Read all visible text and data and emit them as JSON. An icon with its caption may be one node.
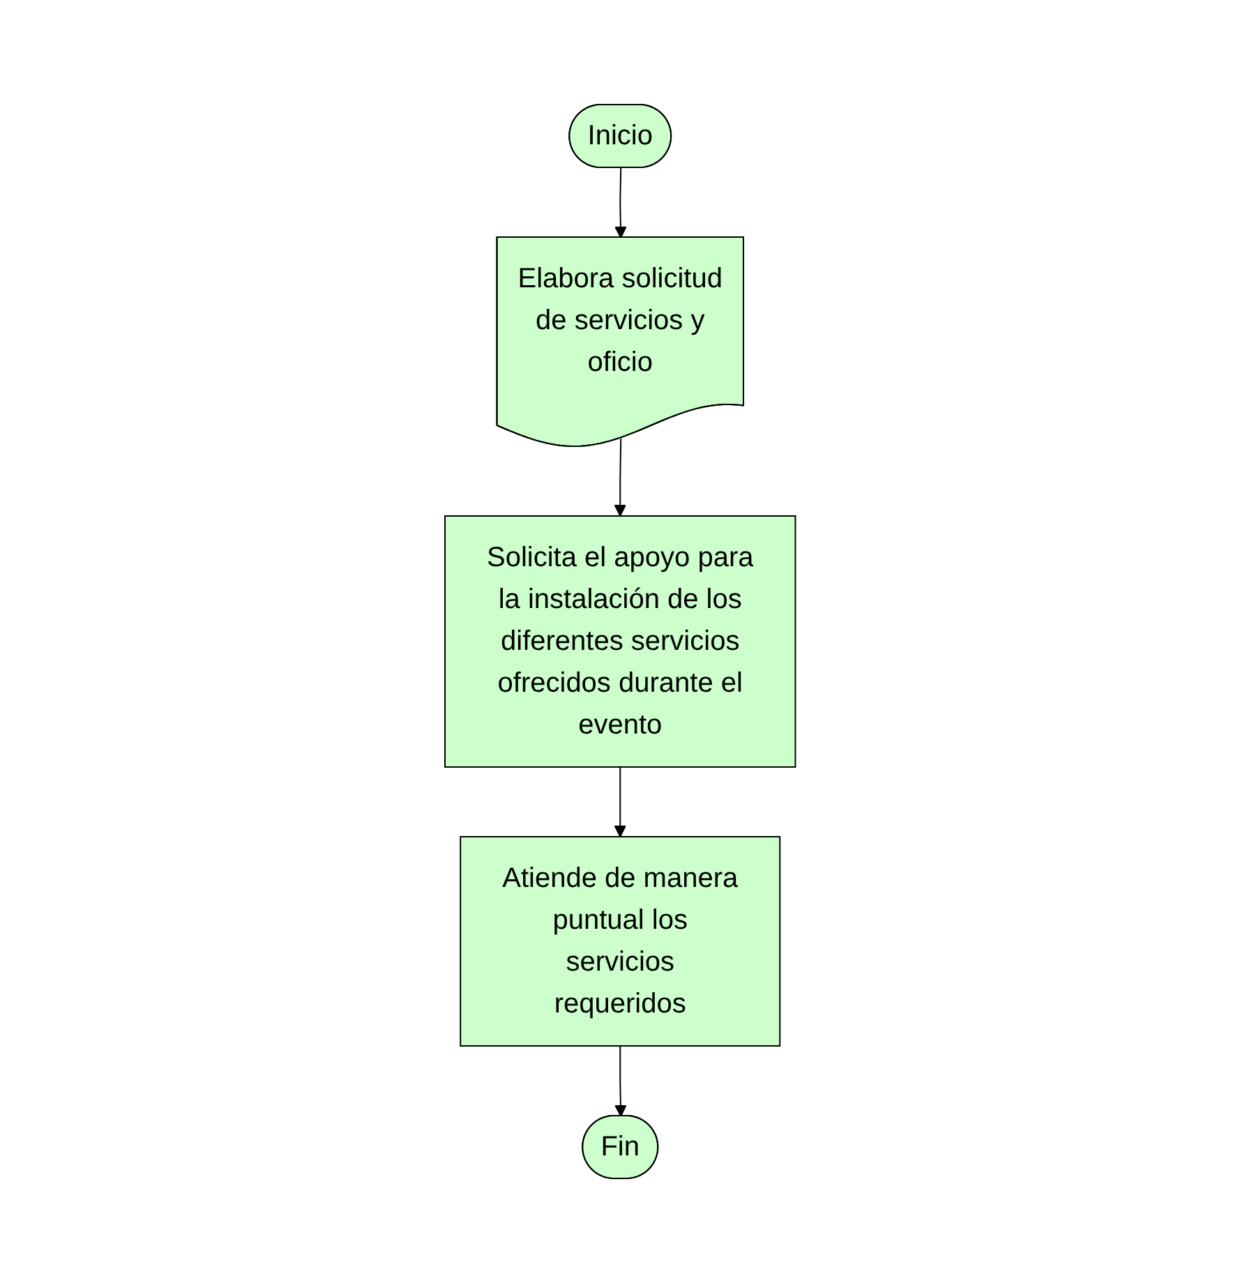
{
  "diagram": {
    "nodes": [
      {
        "text": [
          "Inicio"
        ]
      },
      {
        "text": [
          "Elabora solicitud de servicios y oficio"
        ]
      },
      {
        "text": [
          "Solicita el apoyo para la instalación de los diferentes servicios ofrecidos durante el evento"
        ]
      },
      {
        "text": [
          "Atiende de manera puntual los servicios requeridos"
        ]
      },
      {
        "text": [
          "Fin"
        ]
      }
    ],
    "edges": [
      {
        "from": 0,
        "to": 1,
        "arrow": "to"
      },
      {
        "from": 1,
        "to": 2,
        "arrow": "to"
      },
      {
        "from": 2,
        "to": 3,
        "arrow": "to"
      },
      {
        "from": 3,
        "to": 4,
        "arrow": "to"
      }
    ]
  }
}
